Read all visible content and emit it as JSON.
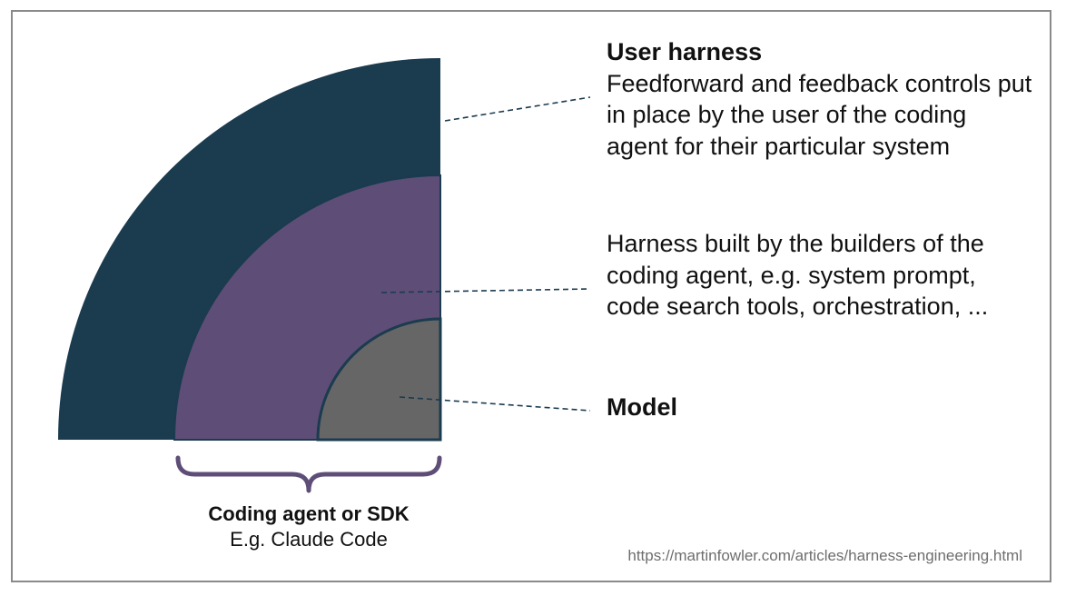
{
  "layers": {
    "user_harness": {
      "title": "User harness",
      "description": "Feedforward and feedback controls put in place by the user of the coding agent for their particular system",
      "color": "#1b3b4f"
    },
    "builder_harness": {
      "description": "Harness built by the builders of the coding agent, e.g. system prompt, code search tools, orchestration, ...",
      "color": "#5e4e77"
    },
    "model": {
      "title": "Model",
      "color": "#666666"
    }
  },
  "coding_agent": {
    "title": "Coding agent or SDK",
    "subtitle": "E.g. Claude Code",
    "brace_color": "#5e4e77"
  },
  "source_url": "https://martinfowler.com/articles/harness-engineering.html"
}
